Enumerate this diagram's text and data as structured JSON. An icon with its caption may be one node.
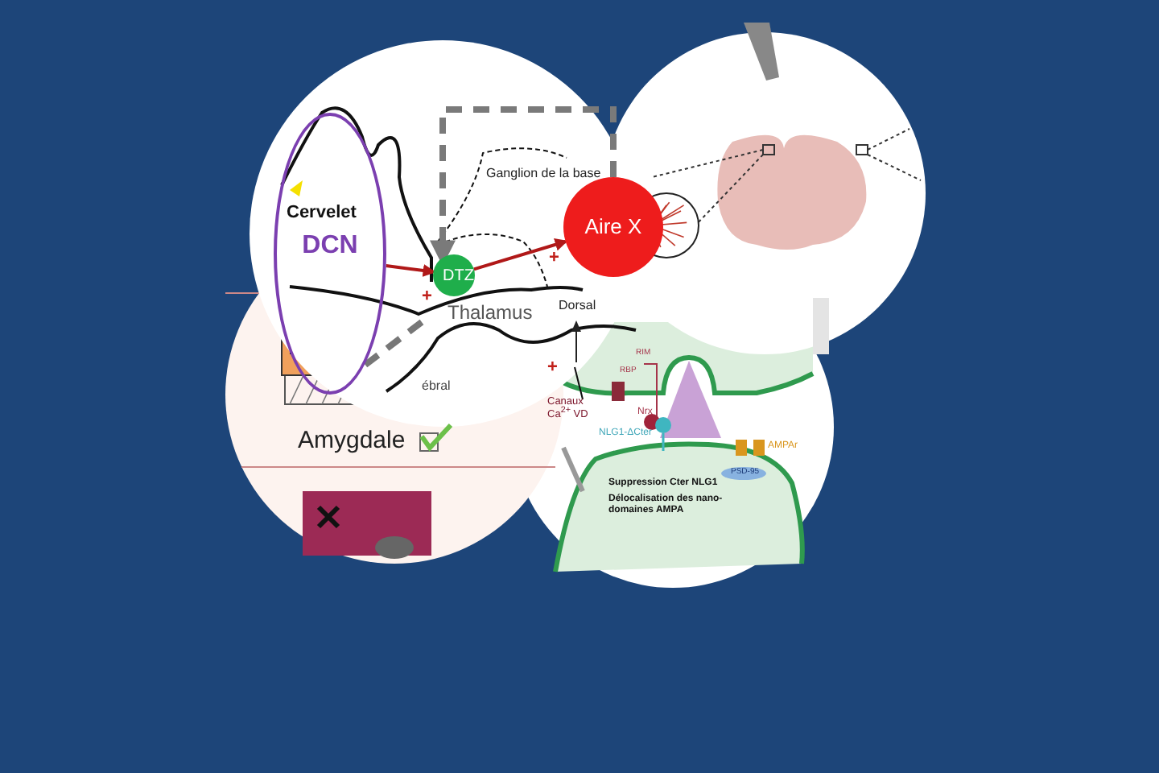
{
  "diagram": {
    "nodes": [
      {
        "text": [
          "DCN"
        ]
      },
      {
        "text": [
          "DTZ"
        ]
      },
      {
        "text": [
          "Aire X"
        ]
      }
    ],
    "edges": [
      {
        "from": 0,
        "to": 1,
        "arrow": "to",
        "color": "#b01818"
      },
      {
        "from": 1,
        "to": 2,
        "arrow": "to",
        "color": "#b01818"
      },
      {
        "from": 2,
        "to": 1,
        "arrow": "to",
        "style": "dashed",
        "color": "#7a7a7a"
      }
    ],
    "labels": [
      "Ganglion de la base",
      "Cervelet",
      "Thalamus",
      "Dorsal",
      "ébral",
      "+",
      "+",
      "+",
      "Amygdale",
      "RIM",
      "RBP",
      "Canaux Ca$^{2+}$ VD",
      "Nrx",
      "NLG1-ΔCter",
      "AMPAr",
      "PSD-95",
      "Suppression Cter NLG1",
      "Délocalisation des nano-domaines AMPA"
    ]
  }
}
